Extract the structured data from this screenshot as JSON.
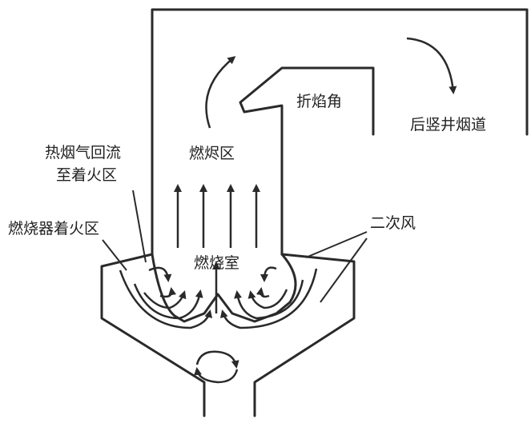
{
  "labels": {
    "zhe_yan_jiao": "折焰角",
    "hou_shu_jing_yan_dao": "后竖井烟道",
    "ran_jin_qu": "燃烬区",
    "re_yan_qi_hui_liu_line1": "热烟气回流",
    "re_yan_qi_hui_liu_line2": "至着火区",
    "ran_shao_qi_zhao_huo_qu": "燃烧器着火区",
    "ran_shao_shi": "燃烧室",
    "er_ci_feng": "二次风"
  },
  "colors": {
    "stroke": "#2a2a2a",
    "text": "#222222",
    "background": "#ffffff"
  }
}
